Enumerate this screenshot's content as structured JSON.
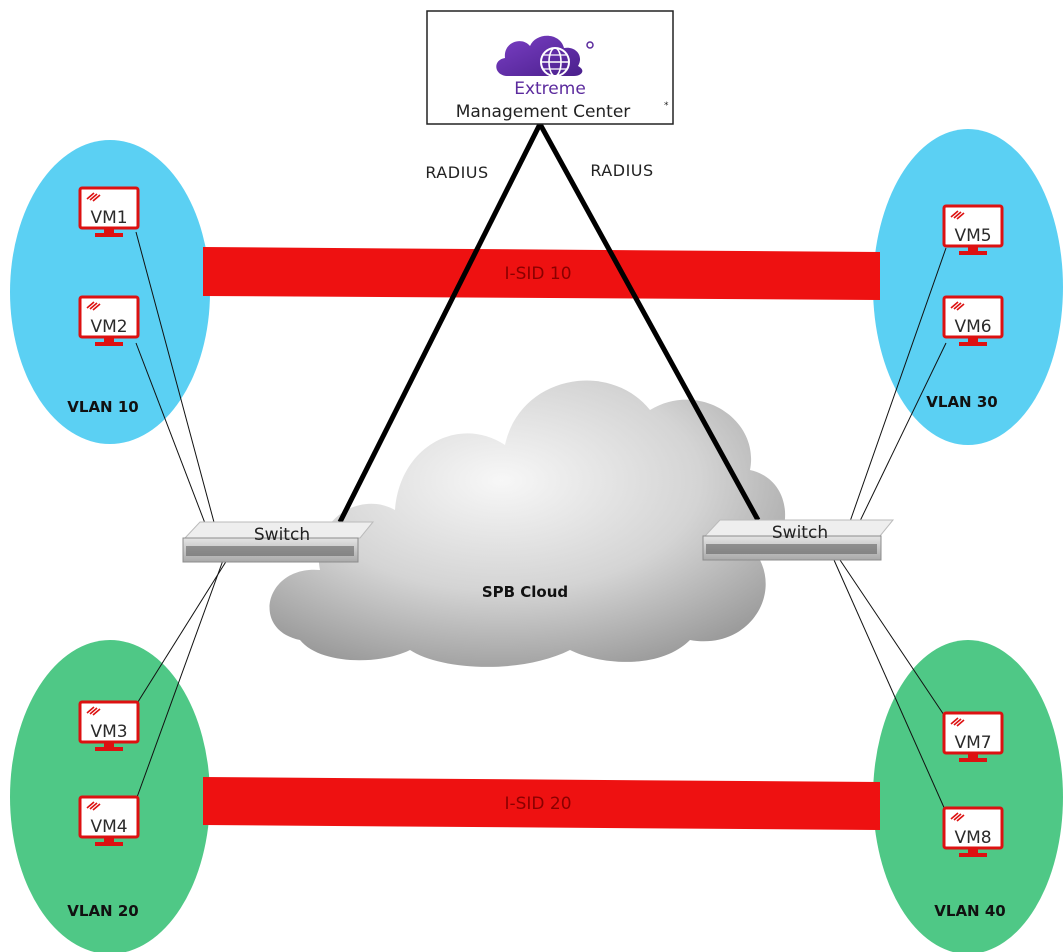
{
  "management_center": {
    "line1": "Extreme",
    "line2": "Management Center",
    "trademark": "*",
    "logo_icon": "cloud-globe-icon"
  },
  "links": {
    "left_label": "RADIUS",
    "right_label": "RADIUS"
  },
  "isids": [
    {
      "label": "I-SID 10"
    },
    {
      "label": "I-SID 20"
    }
  ],
  "vlans": [
    {
      "label": "VLAN 10",
      "color": "#5bd0f3",
      "vms": [
        "VM1",
        "VM2"
      ]
    },
    {
      "label": "VLAN 30",
      "color": "#5bd0f3",
      "vms": [
        "VM5",
        "VM6"
      ]
    },
    {
      "label": "VLAN 20",
      "color": "#4fc886",
      "vms": [
        "VM3",
        "VM4"
      ]
    },
    {
      "label": "VLAN 40",
      "color": "#4fc886",
      "vms": [
        "VM7",
        "VM8"
      ]
    }
  ],
  "switches": [
    {
      "label": "Switch"
    },
    {
      "label": "Switch"
    }
  ],
  "cloud": {
    "label": "SPB Cloud"
  },
  "colors": {
    "isid_bar": "#ee1111",
    "vm_icon": "#dd1111",
    "emc_text": "#5b2a9d",
    "link": "#000000"
  }
}
